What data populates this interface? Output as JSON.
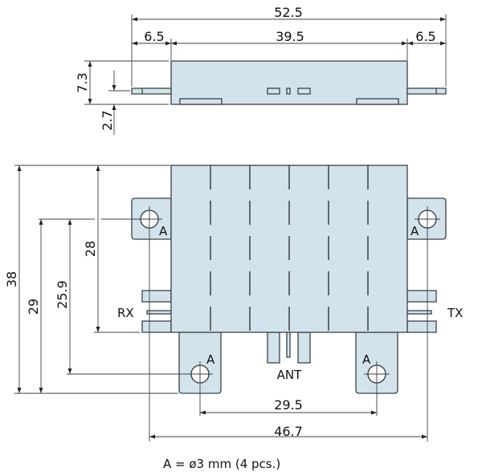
{
  "top_view": {
    "dimensions": {
      "overall_length": "52.5",
      "left_tab": "6.5",
      "body_length": "39.5",
      "right_tab": "6.5",
      "height": "7.3",
      "tab_height": "2.7"
    }
  },
  "front_view": {
    "dimensions": {
      "overall_height": "38",
      "hole_lower_to_top": "29",
      "hole_spacing_vertical": "25.9",
      "body_height": "28",
      "hole_spacing_lower": "29.5",
      "hole_spacing_horizontal": "46.7"
    },
    "hole_labels": [
      "A",
      "A",
      "A",
      "A"
    ],
    "ports": {
      "rx": "RX",
      "tx": "TX",
      "ant": "ANT"
    }
  },
  "note": "A = ø3 mm (4 pcs.)",
  "colors": {
    "body_fill": "#d2e3eb",
    "outline": "#3a4347"
  }
}
